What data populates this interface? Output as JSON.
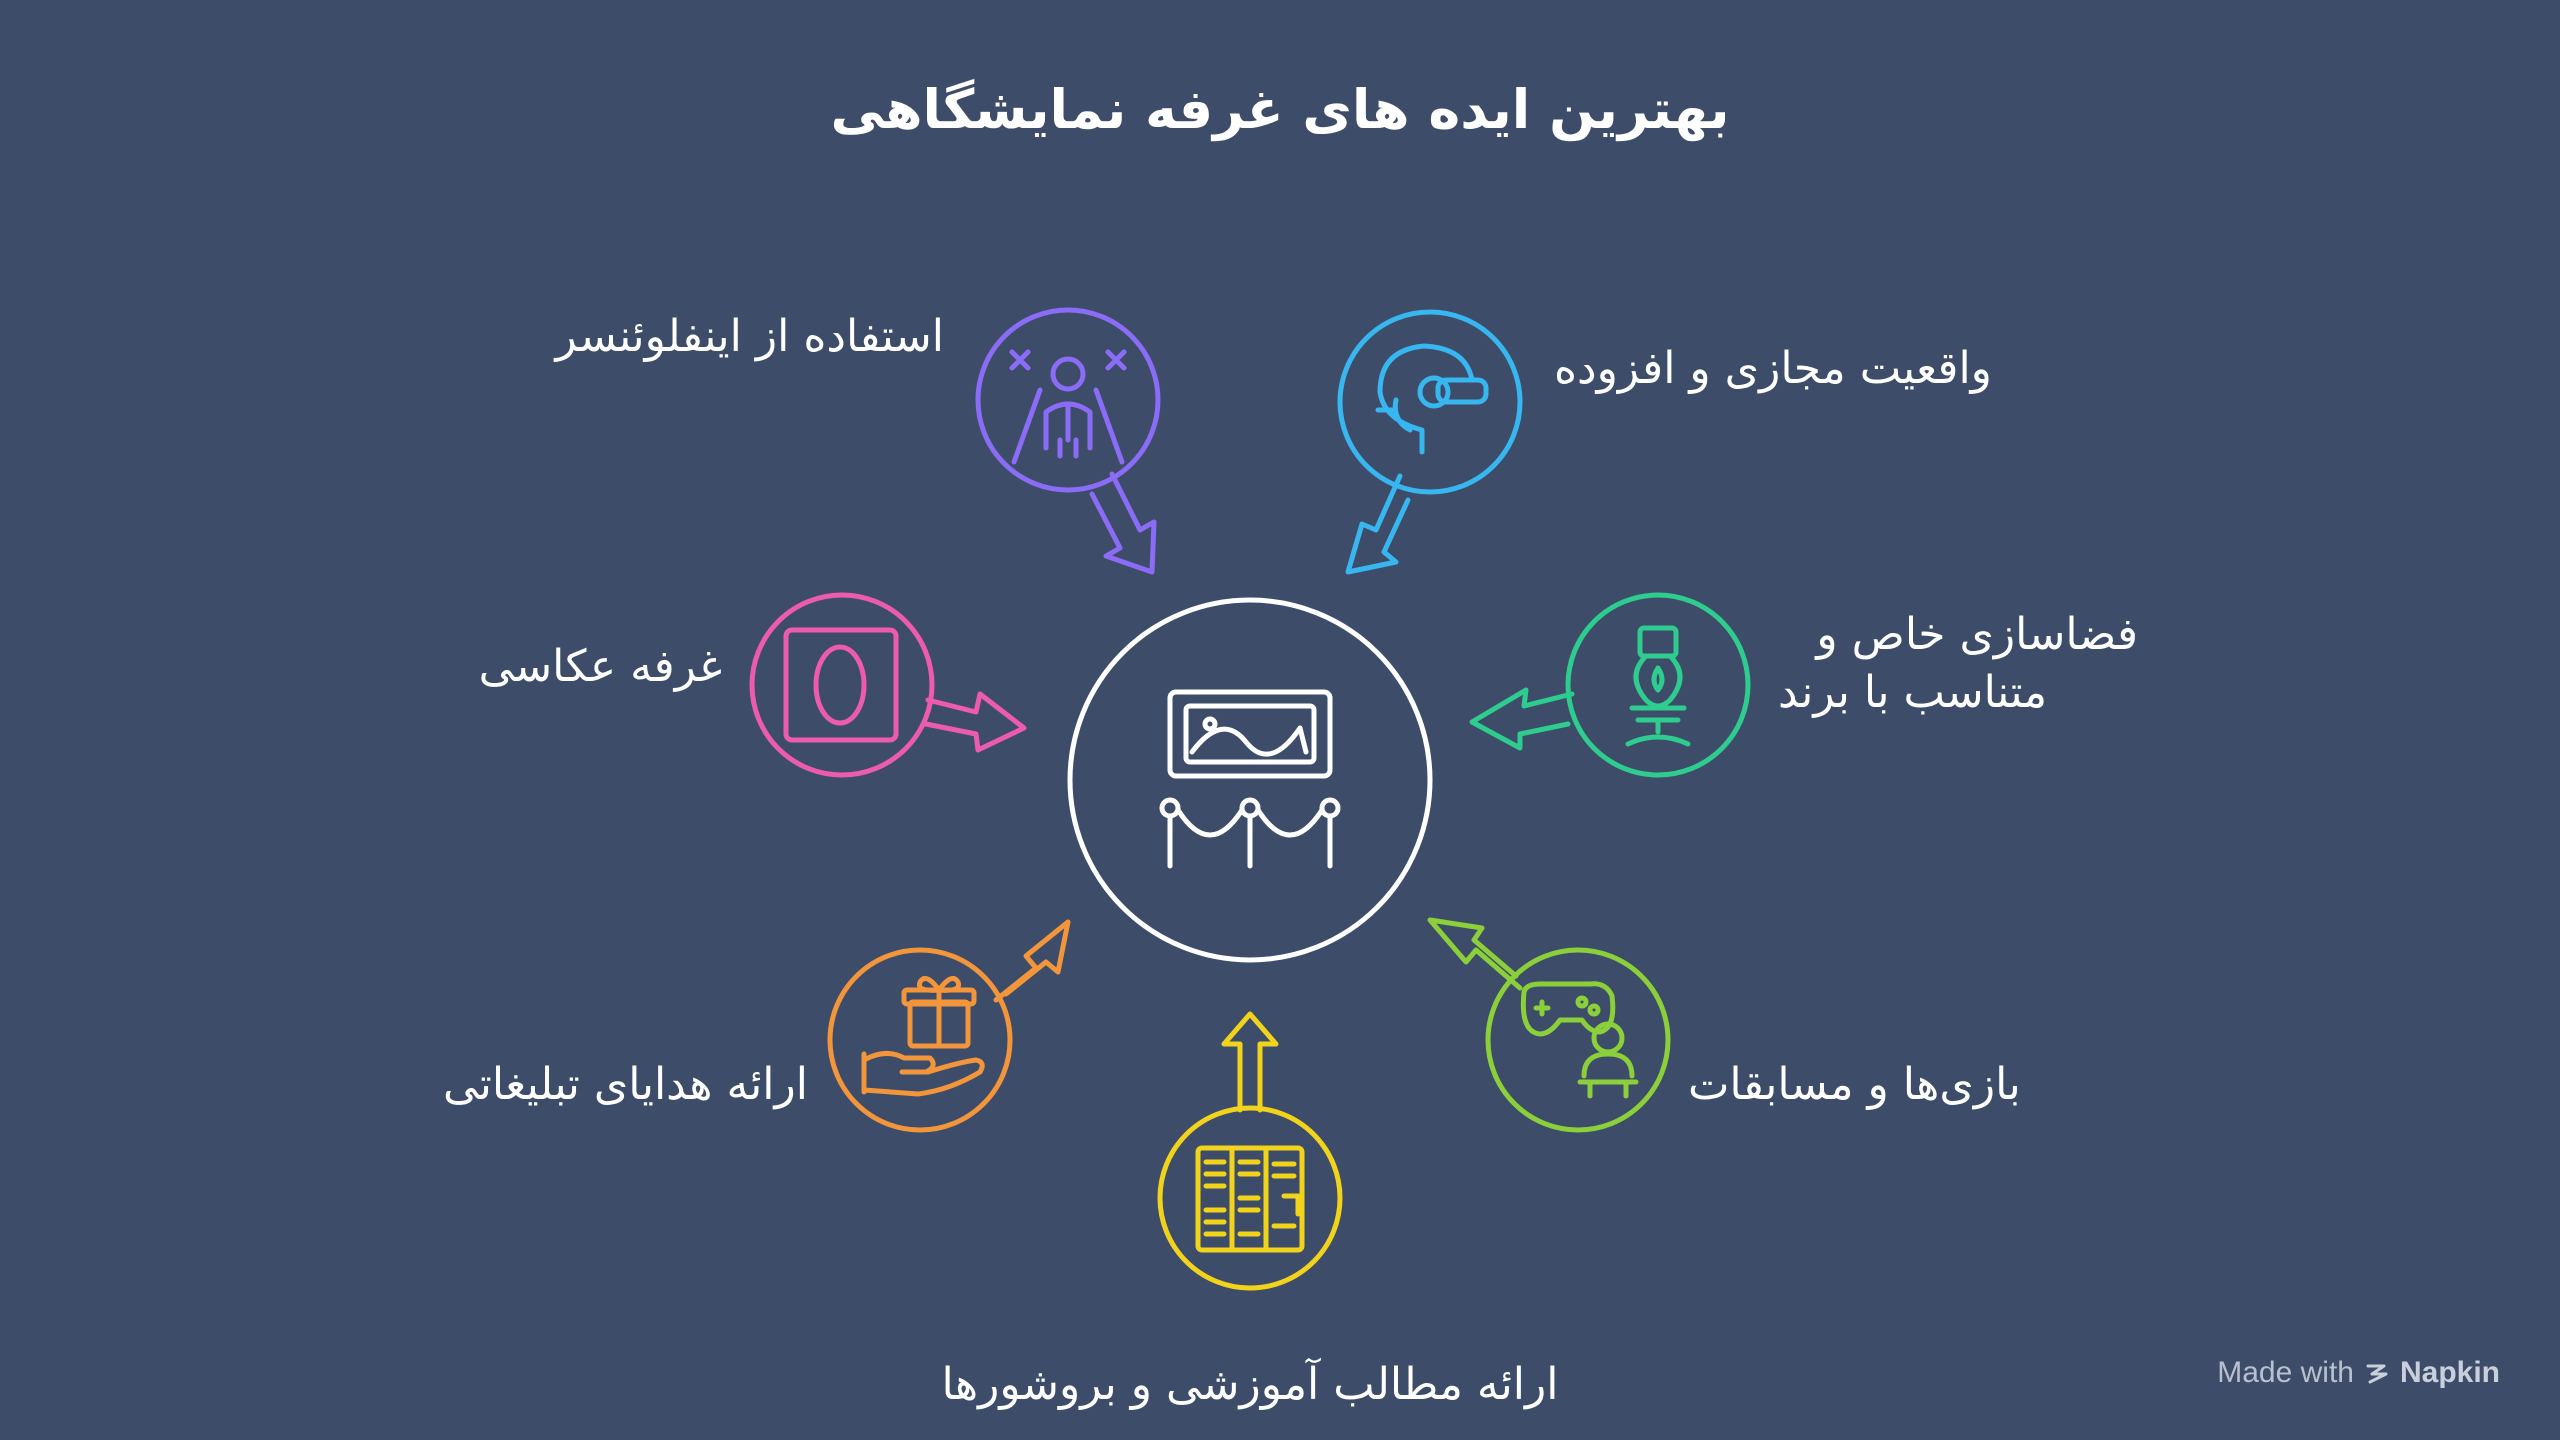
{
  "title": "بهترین ایده های غرفه نمایشگاهی",
  "hub": {
    "icon": "exhibition-display-icon",
    "color": "#ffffff"
  },
  "ideas": [
    {
      "id": "influencer",
      "label": "استفاده از اینفلوئنسر",
      "icon": "influencer-icon",
      "color": "#8b6cf6"
    },
    {
      "id": "vr-ar",
      "label": "واقعیت مجازی و افزوده",
      "icon": "vr-headset-icon",
      "color": "#38b6f0"
    },
    {
      "id": "space",
      "label_line1": "فضاسازی خاص و",
      "label_line2": "متناسب با برند",
      "icon": "lamp-icon",
      "color": "#2ecc8f"
    },
    {
      "id": "games",
      "label": "بازی‌ها و مسابقات",
      "icon": "gamepad-icon",
      "color": "#8bcf3a"
    },
    {
      "id": "brochures",
      "label": "ارائه مطالب آموزشی و بروشورها",
      "icon": "brochure-rack-icon",
      "color": "#f2d31b"
    },
    {
      "id": "gifts",
      "label": "ارائه هدایای تبلیغاتی",
      "icon": "gift-hand-icon",
      "color": "#f3953a"
    },
    {
      "id": "photo-booth",
      "label": "غرفه عکاسی",
      "icon": "photo-frame-icon",
      "color": "#ec5bb0"
    }
  ],
  "watermark": {
    "prefix": "Made with",
    "brand": "Napkin",
    "icon": "napkin-logo-icon"
  }
}
